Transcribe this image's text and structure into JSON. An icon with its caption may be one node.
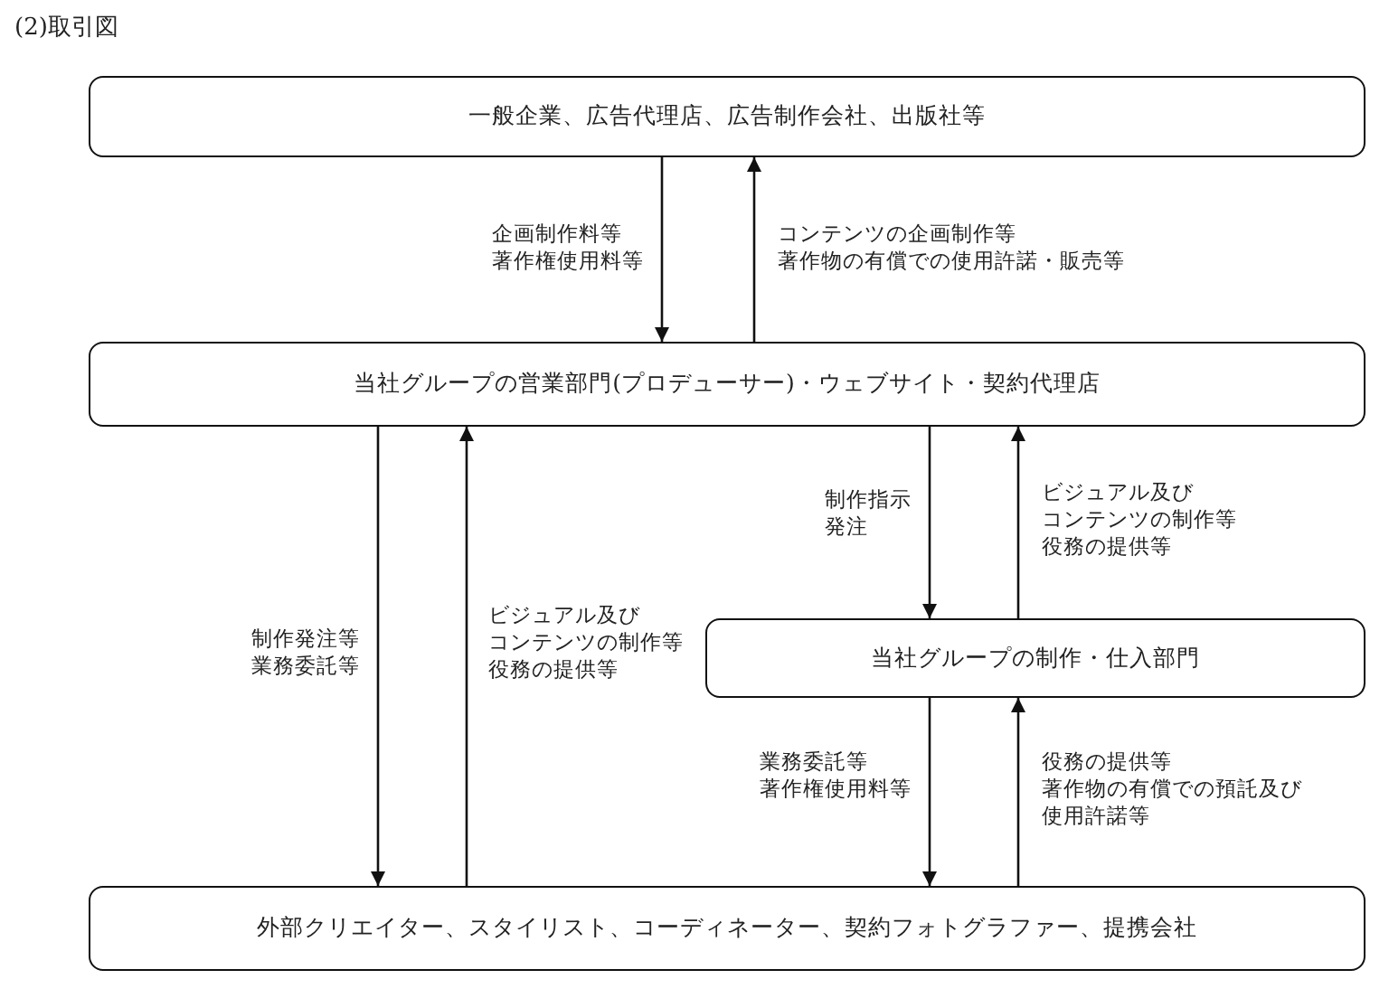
{
  "diagram": {
    "title": "(2)取引図",
    "nodes": [
      {
        "text": [
          "一般企業、広告代理店、広告制作会社、出版社等"
        ]
      },
      {
        "text": [
          "当社グループの営業部門(プロデューサー)・ウェブサイト・契約代理店"
        ]
      },
      {
        "text": [
          "当社グループの制作・仕入部門"
        ]
      },
      {
        "text": [
          "外部クリエイター、スタイリスト、コーディネーター、契約フォトグラファー、提携会社"
        ]
      }
    ],
    "edges": [
      {
        "from": 0,
        "to": 1,
        "arrow": "to",
        "label": "企画制作料等著作権使用料等"
      },
      {
        "from": 1,
        "to": 0,
        "arrow": "to",
        "label": "コンテンツの企画制作等著作物の有償での使用許諾・販売等"
      },
      {
        "from": 1,
        "to": 3,
        "arrow": "to",
        "label": "制作発注等業務委託等"
      },
      {
        "from": 3,
        "to": 1,
        "arrow": "to",
        "label": "ビジュアル及びコンテンツの制作等役務の提供等"
      },
      {
        "from": 1,
        "to": 2,
        "arrow": "to",
        "label": "制作指示発注"
      },
      {
        "from": 2,
        "to": 1,
        "arrow": "to",
        "label": "ビジュアル及びコンテンツの制作等役務の提供等"
      },
      {
        "from": 2,
        "to": 3,
        "arrow": "to",
        "label": "業務委託等著作権使用料等"
      },
      {
        "from": 3,
        "to": 2,
        "arrow": "to",
        "label": "役務の提供等著作物の有償での預託及び使用許諾等"
      }
    ]
  }
}
